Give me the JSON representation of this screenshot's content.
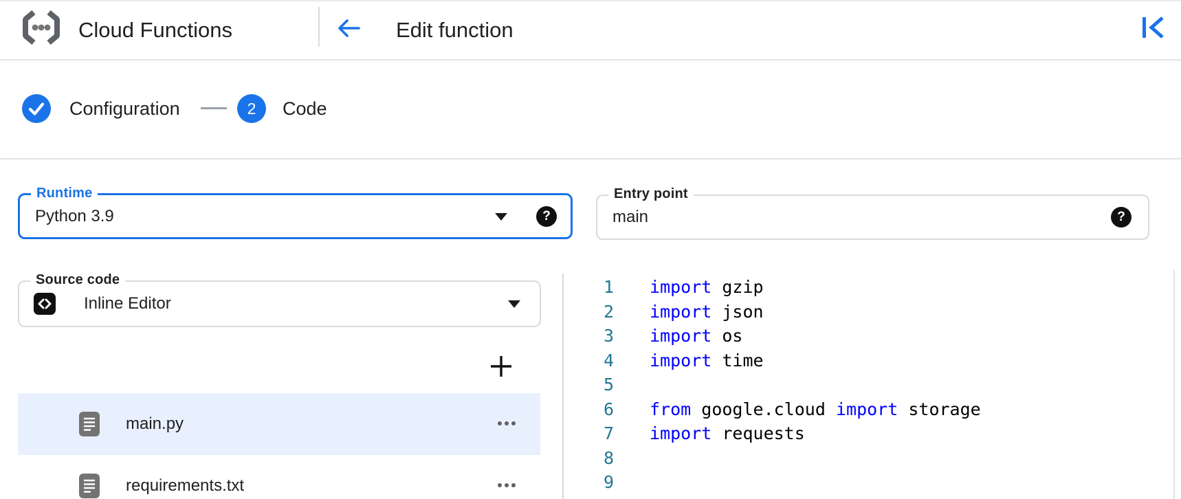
{
  "header": {
    "product_name": "Cloud Functions",
    "page_title": "Edit function"
  },
  "stepper": {
    "step1_label": "Configuration",
    "step2_number": "2",
    "step2_label": "Code"
  },
  "form": {
    "runtime_label": "Runtime",
    "runtime_value": "Python 3.9",
    "entry_label": "Entry point",
    "entry_value": "main",
    "source_label": "Source code",
    "source_value": "Inline Editor"
  },
  "icons": {
    "help_glyph": "?"
  },
  "files": {
    "items": [
      {
        "name": "main.py",
        "selected": true
      },
      {
        "name": "requirements.txt",
        "selected": false
      }
    ]
  },
  "editor": {
    "keywords": [
      "import",
      "from"
    ],
    "lines": [
      "import gzip",
      "import json",
      "import os",
      "import time",
      "",
      "from google.cloud import storage",
      "import requests",
      "",
      ""
    ]
  },
  "colors": {
    "accent_blue": "#1a73e8",
    "keyword_blue": "#0000ff",
    "line_number_teal": "#237893",
    "selected_row_blue": "#e8f0fe"
  }
}
